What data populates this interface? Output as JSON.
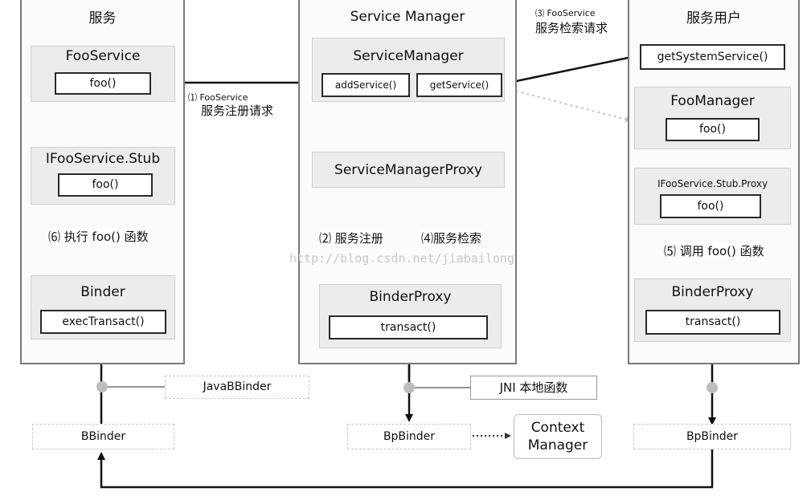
{
  "panels": {
    "service": {
      "title": "服务"
    },
    "manager": {
      "title": "Service Manager"
    },
    "user": {
      "title": "服务用户"
    }
  },
  "service_col": {
    "foo_service": "FooService",
    "foo_service_method": "foo()",
    "stub": "IFooService.Stub",
    "stub_method": "foo()",
    "binder": "Binder",
    "binder_method": "execTransact()",
    "step6": "⑹ 执行 foo() 函数",
    "bbinder": "BBinder",
    "javabbinder": "JavaBBinder"
  },
  "manager_col": {
    "service_manager": "ServiceManager",
    "add_service": "addService()",
    "get_service": "getService()",
    "proxy": "ServiceManagerProxy",
    "step2": "⑵ 服务注册",
    "step4": "⑷服务检索",
    "binder_proxy": "BinderProxy",
    "transact": "transact()",
    "jni": "JNI 本地函数",
    "bpbinder": "BpBinder",
    "context_manager_line1": "Context",
    "context_manager_line2": "Manager"
  },
  "user_col": {
    "get_system_service": "getSystemService()",
    "foo_manager": "FooManager",
    "foo_manager_method": "foo()",
    "stub_proxy": "IFooService.Stub.Proxy",
    "stub_proxy_method": "foo()",
    "step5": "⑸ 调用 foo() 函数",
    "binder_proxy": "BinderProxy",
    "transact": "transact()",
    "bpbinder": "BpBinder"
  },
  "arrows": {
    "step1_line1": "⑴ FooService",
    "step1_line2": "服务注册请求",
    "step3_line1": "⑶ FooService",
    "step3_line2": "服务检索请求"
  },
  "watermark": "http://blog.csdn.net/jiabailong",
  "colors": {
    "panel_border": "#7a7a7a",
    "gray_box": "#ececec",
    "arrow": "#111111"
  }
}
